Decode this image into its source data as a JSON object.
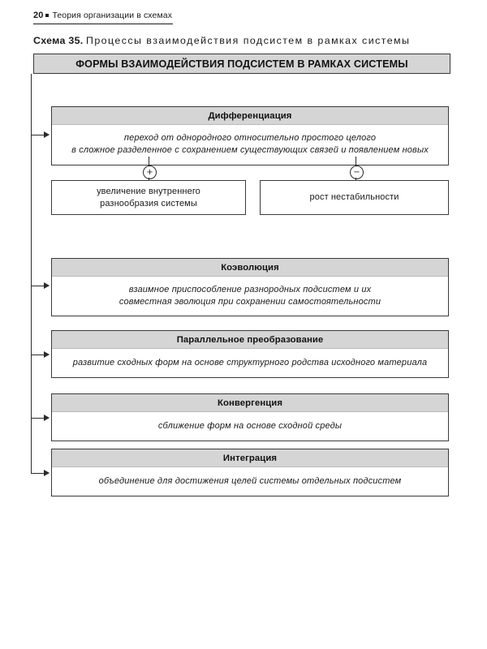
{
  "running_head": {
    "page_number": "20",
    "book_title": "Теория организации в схемах",
    "separator_icon": "square-bullet-icon"
  },
  "caption": {
    "label": "Схема 35.",
    "text": "Процессы взаимодействия подсистем в рамках системы"
  },
  "diagram": {
    "title": "ФОРМЫ ВЗАИМОДЕЙСТВИЯ ПОДСИСТЕМ В РАМКАХ СИСТЕМЫ",
    "colors": {
      "header_fill": "#d5d5d5",
      "border": "#3a3a3a",
      "body_fill": "#ffffff",
      "connector": "#2a2a2a",
      "text": "#1a1a1a"
    },
    "blocks": [
      {
        "title": "Дифференциация",
        "lines": [
          "переход от однородного относительно простого целого",
          "в сложное разделенное с сохранением существующих связей и появлением новых"
        ]
      },
      {
        "title": "Коэволюция",
        "lines": [
          "взаимное приспособление разнородных подсистем и их",
          "совместная эволюция при сохранении самостоятельности"
        ]
      },
      {
        "title": "Параллельное преобразование",
        "lines": [
          "развитие сходных форм на основе структурного родства исходного материала"
        ]
      },
      {
        "title": "Конвергенция",
        "lines": [
          "сближение форм на основе сходной среды"
        ]
      },
      {
        "title": "Интеграция",
        "lines": [
          "объединение для достижения целей системы отдельных подсистем"
        ]
      }
    ],
    "consequences": [
      {
        "sign": "+",
        "sign_icon": "plus-circle-icon",
        "lines": [
          "увеличение внутреннего",
          "разнообразия системы"
        ]
      },
      {
        "sign": "−",
        "sign_icon": "minus-circle-icon",
        "lines": [
          "рост нестабильности"
        ]
      }
    ]
  }
}
